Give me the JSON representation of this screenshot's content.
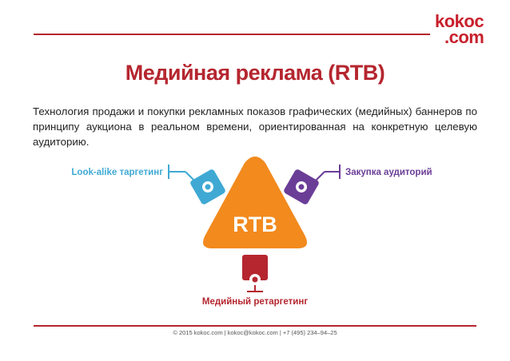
{
  "logo": {
    "line1": "kokoc",
    "line2": ".com"
  },
  "title": "Медийная реклама (RTB)",
  "description": "Технология продажи и покупки рекламных показов графических (медийных) баннеров по принципу аукциона в реальном времени, ориентированная на конкретную целевую аудиторию.",
  "diagram": {
    "center_label": "RTB",
    "left_label": "Look-alike таргетинг",
    "right_label": "Закупка аудиторий",
    "bottom_label": "Медийный ретаргетинг",
    "colors": {
      "center": "#f28a1e",
      "left": "#3fa9d4",
      "right": "#6a3d97",
      "bottom": "#b5262f"
    }
  },
  "footer": "© 2015 kokoc.com | kokoc@kokoc.com | +7 (495) 234–94–25"
}
